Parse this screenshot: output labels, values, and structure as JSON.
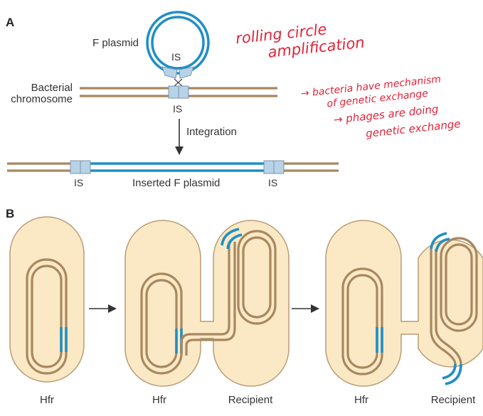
{
  "panel_a": {
    "letter": "A",
    "f_plasmid_label": "F plasmid",
    "is_top": "IS",
    "is_bottom": "IS",
    "chromosome_label_line1": "Bacterial",
    "chromosome_label_line2": "chromosome",
    "integration_label": "Integration",
    "inserted_label": "Inserted F plasmid",
    "is_left": "IS",
    "is_right": "IS"
  },
  "panel_b": {
    "letter": "B",
    "cell1_label": "Hfr",
    "cell2_label": "Hfr",
    "cell2_recipient_label": "Recipient",
    "cell3_label": "Hfr",
    "cell3_recipient_label": "Recipient"
  },
  "annotations": {
    "line1": "rolling circle",
    "line2": "amplification",
    "line3": "→ bacteria have mechanism",
    "line4": "of genetic exchange",
    "line5": "→ phages are doing",
    "line6": "genetic exchange"
  },
  "colors": {
    "cell_fill": "#fbe9c6",
    "cell_stroke": "#b99b73",
    "dna_brown": "#a8875f",
    "dna_blue": "#1f8fc4",
    "is_box": "#b8d3e8",
    "handwriting": "#e2233a"
  }
}
